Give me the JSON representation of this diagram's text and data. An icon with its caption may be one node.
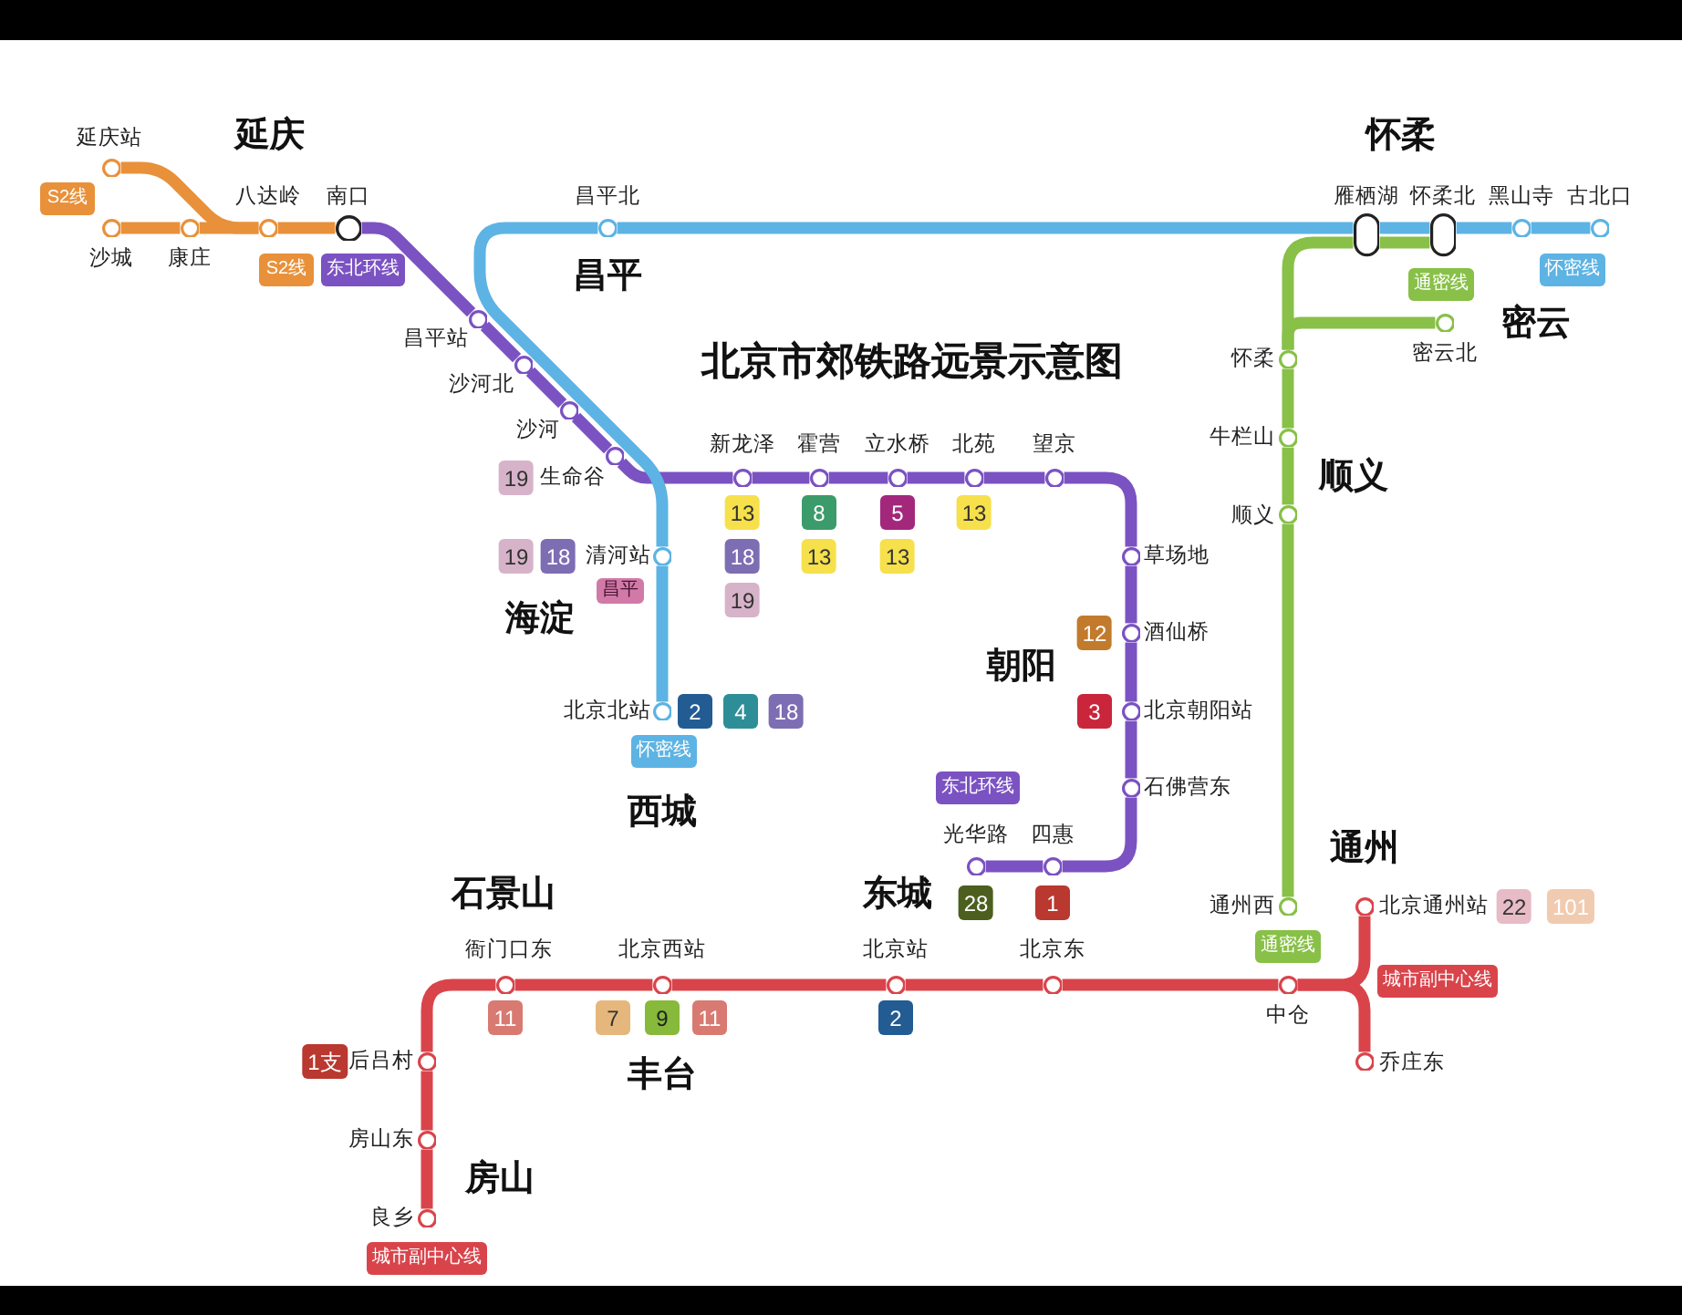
{
  "diagram": {
    "title": "北京市郊铁路远景示意图",
    "nodes": [
      {
        "text": [],
        "shape": "circle",
        "beside": [
          "延庆站"
        ]
      },
      {
        "text": [
          "S2线"
        ]
      },
      {
        "text": [],
        "shape": "circle",
        "beside": [
          "八达岭"
        ]
      },
      {
        "text": [],
        "shape": "circle",
        "beside": [
          "南口"
        ]
      },
      {
        "text": [],
        "shape": "circle",
        "beside": [
          "昌平北"
        ]
      },
      {
        "text": [],
        "shape": "capsule",
        "beside": [
          "雁栖湖"
        ]
      },
      {
        "text": [],
        "shape": "capsule",
        "beside": [
          "怀柔北"
        ]
      },
      {
        "text": [],
        "shape": "circle",
        "beside": [
          "黑山寺"
        ]
      },
      {
        "text": [],
        "shape": "circle",
        "beside": [
          "古北口"
        ]
      },
      {
        "text": [],
        "shape": "circle",
        "beside": [
          "沙城"
        ]
      },
      {
        "text": [],
        "shape": "circle",
        "beside": [
          "康庄"
        ]
      },
      {
        "text": [
          "S2线"
        ]
      },
      {
        "text": [
          "东北环线"
        ]
      },
      {
        "text": [
          "怀密线"
        ]
      },
      {
        "text": [
          "通密线"
        ]
      },
      {
        "text": [],
        "shape": "circle",
        "beside": [
          "昌平站"
        ]
      },
      {
        "text": [],
        "shape": "circle",
        "beside": [
          "密云北"
        ]
      },
      {
        "text": [],
        "shape": "circle",
        "beside": [
          "怀柔"
        ]
      },
      {
        "text": [],
        "shape": "circle",
        "beside": [
          "沙河北"
        ]
      },
      {
        "text": [],
        "shape": "circle",
        "beside": [
          "牛栏山"
        ]
      },
      {
        "text": [],
        "shape": "circle",
        "beside": [
          "沙河"
        ]
      },
      {
        "text": [],
        "shape": "circle",
        "beside": [
          "新龙泽"
        ]
      },
      {
        "text": [],
        "shape": "circle",
        "beside": [
          "霍营"
        ]
      },
      {
        "text": [],
        "shape": "circle",
        "beside": [
          "立水桥"
        ]
      },
      {
        "text": [],
        "shape": "circle",
        "beside": [
          "北苑"
        ]
      },
      {
        "text": [],
        "shape": "circle",
        "beside": [
          "望京"
        ]
      },
      {
        "text": [
          "19"
        ]
      },
      {
        "text": [],
        "shape": "circle",
        "beside": [
          "生命谷"
        ]
      },
      {
        "text": [
          "13"
        ]
      },
      {
        "text": [
          "8"
        ]
      },
      {
        "text": [
          "5"
        ]
      },
      {
        "text": [
          "13"
        ]
      },
      {
        "text": [],
        "shape": "circle",
        "beside": [
          "顺义"
        ]
      },
      {
        "text": [
          "19"
        ]
      },
      {
        "text": [
          "18"
        ]
      },
      {
        "text": [],
        "shape": "circle",
        "beside": [
          "清河站"
        ]
      },
      {
        "text": [],
        "shape": "circle",
        "beside": [
          "草场地"
        ]
      },
      {
        "text": [
          "18"
        ]
      },
      {
        "text": [
          "13"
        ]
      },
      {
        "text": [
          "13"
        ]
      },
      {
        "text": [
          "昌平"
        ]
      },
      {
        "text": [
          "19"
        ]
      },
      {
        "text": [
          "12"
        ]
      },
      {
        "text": [],
        "shape": "circle",
        "beside": [
          "酒仙桥"
        ]
      },
      {
        "text": [],
        "shape": "circle",
        "beside": [
          "北京北站"
        ]
      },
      {
        "text": [
          "2"
        ]
      },
      {
        "text": [
          "4"
        ]
      },
      {
        "text": [
          "18"
        ]
      },
      {
        "text": [
          "3"
        ]
      },
      {
        "text": [],
        "shape": "circle",
        "beside": [
          "北京朝阳站"
        ]
      },
      {
        "text": [
          "怀密线"
        ]
      },
      {
        "text": [
          "东北环线"
        ]
      },
      {
        "text": [],
        "shape": "circle",
        "beside": [
          "石佛营东"
        ]
      },
      {
        "text": [],
        "shape": "circle",
        "beside": [
          "光华路"
        ]
      },
      {
        "text": [],
        "shape": "circle",
        "beside": [
          "四惠"
        ]
      },
      {
        "text": [
          "28"
        ]
      },
      {
        "text": [
          "1"
        ]
      },
      {
        "text": [],
        "shape": "circle",
        "beside": [
          "通州西"
        ]
      },
      {
        "text": [],
        "shape": "circle",
        "beside": [
          "北京通州站"
        ]
      },
      {
        "text": [
          "22"
        ]
      },
      {
        "text": [
          "101"
        ]
      },
      {
        "text": [],
        "shape": "circle",
        "beside": [
          "衙门口东"
        ]
      },
      {
        "text": [],
        "shape": "circle",
        "beside": [
          "北京西站"
        ]
      },
      {
        "text": [],
        "shape": "circle",
        "beside": [
          "北京站"
        ]
      },
      {
        "text": [],
        "shape": "circle",
        "beside": [
          "北京东"
        ]
      },
      {
        "text": [
          "通密线"
        ]
      },
      {
        "text": [],
        "shape": "circle",
        "beside": [
          "中仓"
        ]
      },
      {
        "text": [
          "城市副中心线"
        ]
      },
      {
        "text": [
          "11"
        ]
      },
      {
        "text": [
          "7"
        ]
      },
      {
        "text": [
          "9"
        ]
      },
      {
        "text": [
          "11"
        ]
      },
      {
        "text": [
          "2"
        ]
      },
      {
        "text": [
          "1支"
        ]
      },
      {
        "text": [],
        "shape": "circle",
        "beside": [
          "后吕村"
        ]
      },
      {
        "text": [],
        "shape": "circle",
        "beside": [
          "乔庄东"
        ]
      },
      {
        "text": [],
        "shape": "circle",
        "beside": [
          "房山东"
        ]
      },
      {
        "text": [],
        "shape": "circle",
        "beside": [
          "良乡"
        ]
      },
      {
        "text": [
          "城市副中心线"
        ]
      },
      {
        "text": [],
        "shape": "bar"
      },
      {
        "text": [],
        "shape": "bar"
      }
    ],
    "edges": [
      {
        "from": 0,
        "to": 2,
        "arrow": "none",
        "color": "#e8913a"
      },
      {
        "from": 9,
        "to": 10,
        "arrow": "none",
        "color": "#e8913a"
      },
      {
        "from": 10,
        "to": 2,
        "arrow": "none",
        "color": "#e8913a"
      },
      {
        "from": 2,
        "to": 3,
        "arrow": "none",
        "color": "#e8913a"
      },
      {
        "from": 3,
        "to": 15,
        "arrow": "none"
      },
      {
        "from": 15,
        "to": 18,
        "arrow": "none"
      },
      {
        "from": 18,
        "to": 20,
        "arrow": "none"
      },
      {
        "from": 20,
        "to": 27,
        "arrow": "none"
      },
      {
        "from": 27,
        "to": 21,
        "arrow": "none"
      },
      {
        "from": 21,
        "to": 22,
        "arrow": "none"
      },
      {
        "from": 22,
        "to": 23,
        "arrow": "none"
      },
      {
        "from": 23,
        "to": 24,
        "arrow": "none"
      },
      {
        "from": 24,
        "to": 25,
        "arrow": "none"
      },
      {
        "from": 25,
        "to": 36,
        "arrow": "none"
      },
      {
        "from": 36,
        "to": 43,
        "arrow": "none"
      },
      {
        "from": 43,
        "to": 49,
        "arrow": "none"
      },
      {
        "from": 49,
        "to": 52,
        "arrow": "none"
      },
      {
        "from": 52,
        "to": 54,
        "arrow": "none"
      },
      {
        "from": 54,
        "to": 53,
        "arrow": "none"
      },
      {
        "from": 44,
        "to": 35,
        "arrow": "none",
        "color": "#5db3e3"
      },
      {
        "from": 35,
        "to": 4,
        "arrow": "none",
        "color": "#5db3e3"
      },
      {
        "from": 4,
        "to": 5,
        "arrow": "none",
        "color": "#5db3e3"
      },
      {
        "from": 5,
        "to": 6,
        "arrow": "none",
        "color": "#5db3e3"
      },
      {
        "from": 6,
        "to": 7,
        "arrow": "none",
        "color": "#5db3e3"
      },
      {
        "from": 7,
        "to": 8,
        "arrow": "none",
        "color": "#5db3e3"
      },
      {
        "from": 57,
        "to": 32,
        "arrow": "none",
        "color": "#88c048"
      },
      {
        "from": 32,
        "to": 19,
        "arrow": "none",
        "color": "#88c048"
      },
      {
        "from": 19,
        "to": 17,
        "arrow": "none",
        "color": "#88c048"
      },
      {
        "from": 17,
        "to": 16,
        "arrow": "none",
        "color": "#88c048"
      },
      {
        "from": 17,
        "to": 5,
        "arrow": "none",
        "color": "#88c048"
      },
      {
        "from": 5,
        "to": 6,
        "arrow": "none",
        "color": "#88c048"
      },
      {
        "from": 77,
        "to": 76,
        "arrow": "none",
        "color": "#d9444b"
      },
      {
        "from": 76,
        "to": 74,
        "arrow": "none",
        "color": "#d9444b"
      },
      {
        "from": 74,
        "to": 61,
        "arrow": "none",
        "color": "#d9444b"
      },
      {
        "from": 61,
        "to": 62,
        "arrow": "none",
        "color": "#d9444b"
      },
      {
        "from": 62,
        "to": 63,
        "arrow": "none",
        "color": "#d9444b"
      },
      {
        "from": 63,
        "to": 64,
        "arrow": "none",
        "color": "#d9444b"
      },
      {
        "from": 64,
        "to": 66,
        "arrow": "none",
        "color": "#d9444b"
      },
      {
        "from": 66,
        "to": 58,
        "arrow": "none",
        "color": "#d9444b"
      },
      {
        "from": 66,
        "to": 75,
        "arrow": "none",
        "color": "#d9444b"
      }
    ],
    "labels": [
      "延庆",
      "怀柔",
      "昌平",
      "密云",
      "顺义",
      "海淀",
      "朝阳",
      "西城",
      "通州",
      "石景山",
      "东城",
      "丰台",
      "房山"
    ]
  }
}
